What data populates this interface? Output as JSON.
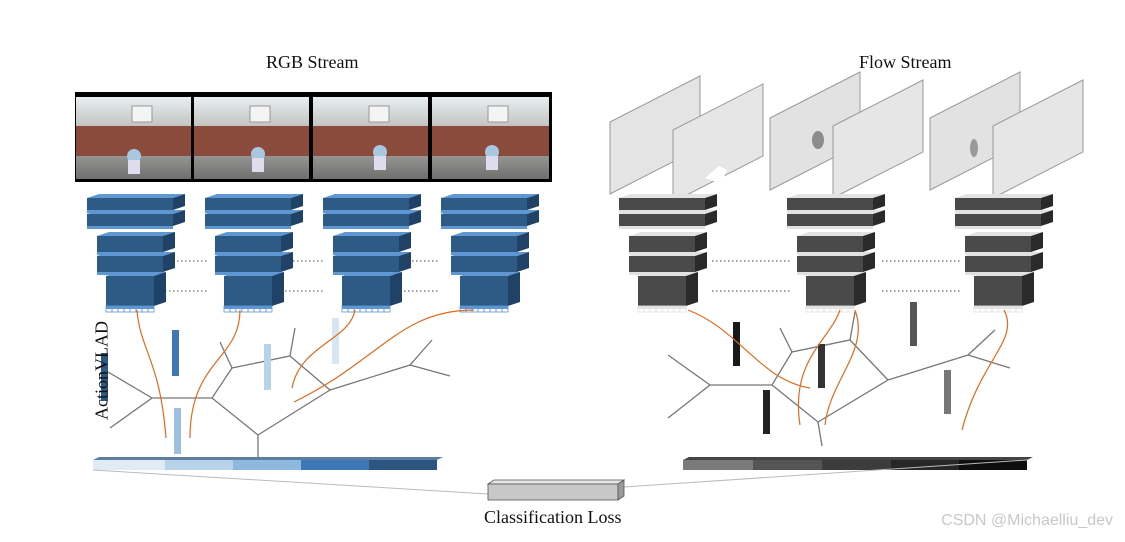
{
  "streams": {
    "rgb": {
      "title": "RGB Stream"
    },
    "flow": {
      "title": "Flow Stream"
    }
  },
  "aggregation": {
    "label": "ActionVLAD"
  },
  "loss": {
    "label": "Classification Loss"
  },
  "watermark": "CSDN @Michaelliu_dev",
  "colors": {
    "rgb_block_front": "#2e5a86",
    "rgb_block_light": "#5e97d1",
    "flow_block_front": "#4a4a4a",
    "flow_block_light": "#e2e2e2",
    "arrow": "#e06a1e",
    "tree": "#777777"
  }
}
